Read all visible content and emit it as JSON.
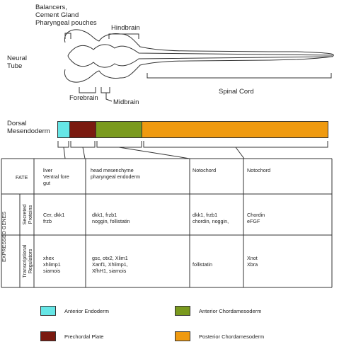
{
  "embryo": {
    "neural_tube_label": [
      "Neural",
      "Tube"
    ],
    "balancers_label": [
      "Balancers,",
      "Cement Gland",
      "Pharyngeal pouches"
    ],
    "hindbrain_label": "Hindbrain",
    "forebrain_label": "Forebrain",
    "midbrain_label": "Midbrain",
    "spinal_cord_label": "Spinal Cord"
  },
  "bar": {
    "label": [
      "Dorsal",
      "Mesendoderm"
    ],
    "segments": [
      {
        "name": "Anterior Endoderm",
        "color": "#66e6e6"
      },
      {
        "name": "Prechordal Plate",
        "color": "#7a1a10"
      },
      {
        "name": "Anterior Chordamesoderm",
        "color": "#7a9a1e"
      },
      {
        "name": "Posterior Chordamesoderm",
        "color": "#ef9a10"
      }
    ]
  },
  "table": {
    "fate_header": "FATE",
    "expressed_genes_label": "EXPRESSED GENES",
    "secreted_label": [
      "Secreted",
      "Proteins"
    ],
    "transcriptional_label": [
      "Transcriptional",
      "Regulators"
    ],
    "fate": [
      [
        "liver",
        "Ventral fore",
        "gut"
      ],
      [
        "head mesenchyme",
        "pharyngeal endoderm"
      ],
      [
        "Notochord"
      ],
      [
        "Notochord"
      ]
    ],
    "secreted": [
      [
        "Cer, dkk1",
        "frzb"
      ],
      [
        "dkk1, frzb1",
        "noggin, follistatin"
      ],
      [
        "dkk1, frzb1",
        "chordin, noggin,"
      ],
      [
        "Chordin",
        "eFGF"
      ]
    ],
    "transcriptional": [
      [
        "xhex",
        "xhlimp1",
        "siamois"
      ],
      [
        "gsc, otx2, Xlim1",
        "Xanf1, Xhlimp1,",
        "XfhH1, siamois"
      ],
      [
        "follistatin"
      ],
      [
        "Xnot",
        "Xbra"
      ]
    ]
  },
  "legend": [
    {
      "label": "Anterior Endoderm",
      "color": "#66e6e6"
    },
    {
      "label": "Anterior Chordamesoderm",
      "color": "#7a9a1e"
    },
    {
      "label": "Prechordal Plate",
      "color": "#7a1a10"
    },
    {
      "label": "Posterior Chordamesoderm",
      "color": "#ef9a10"
    }
  ]
}
